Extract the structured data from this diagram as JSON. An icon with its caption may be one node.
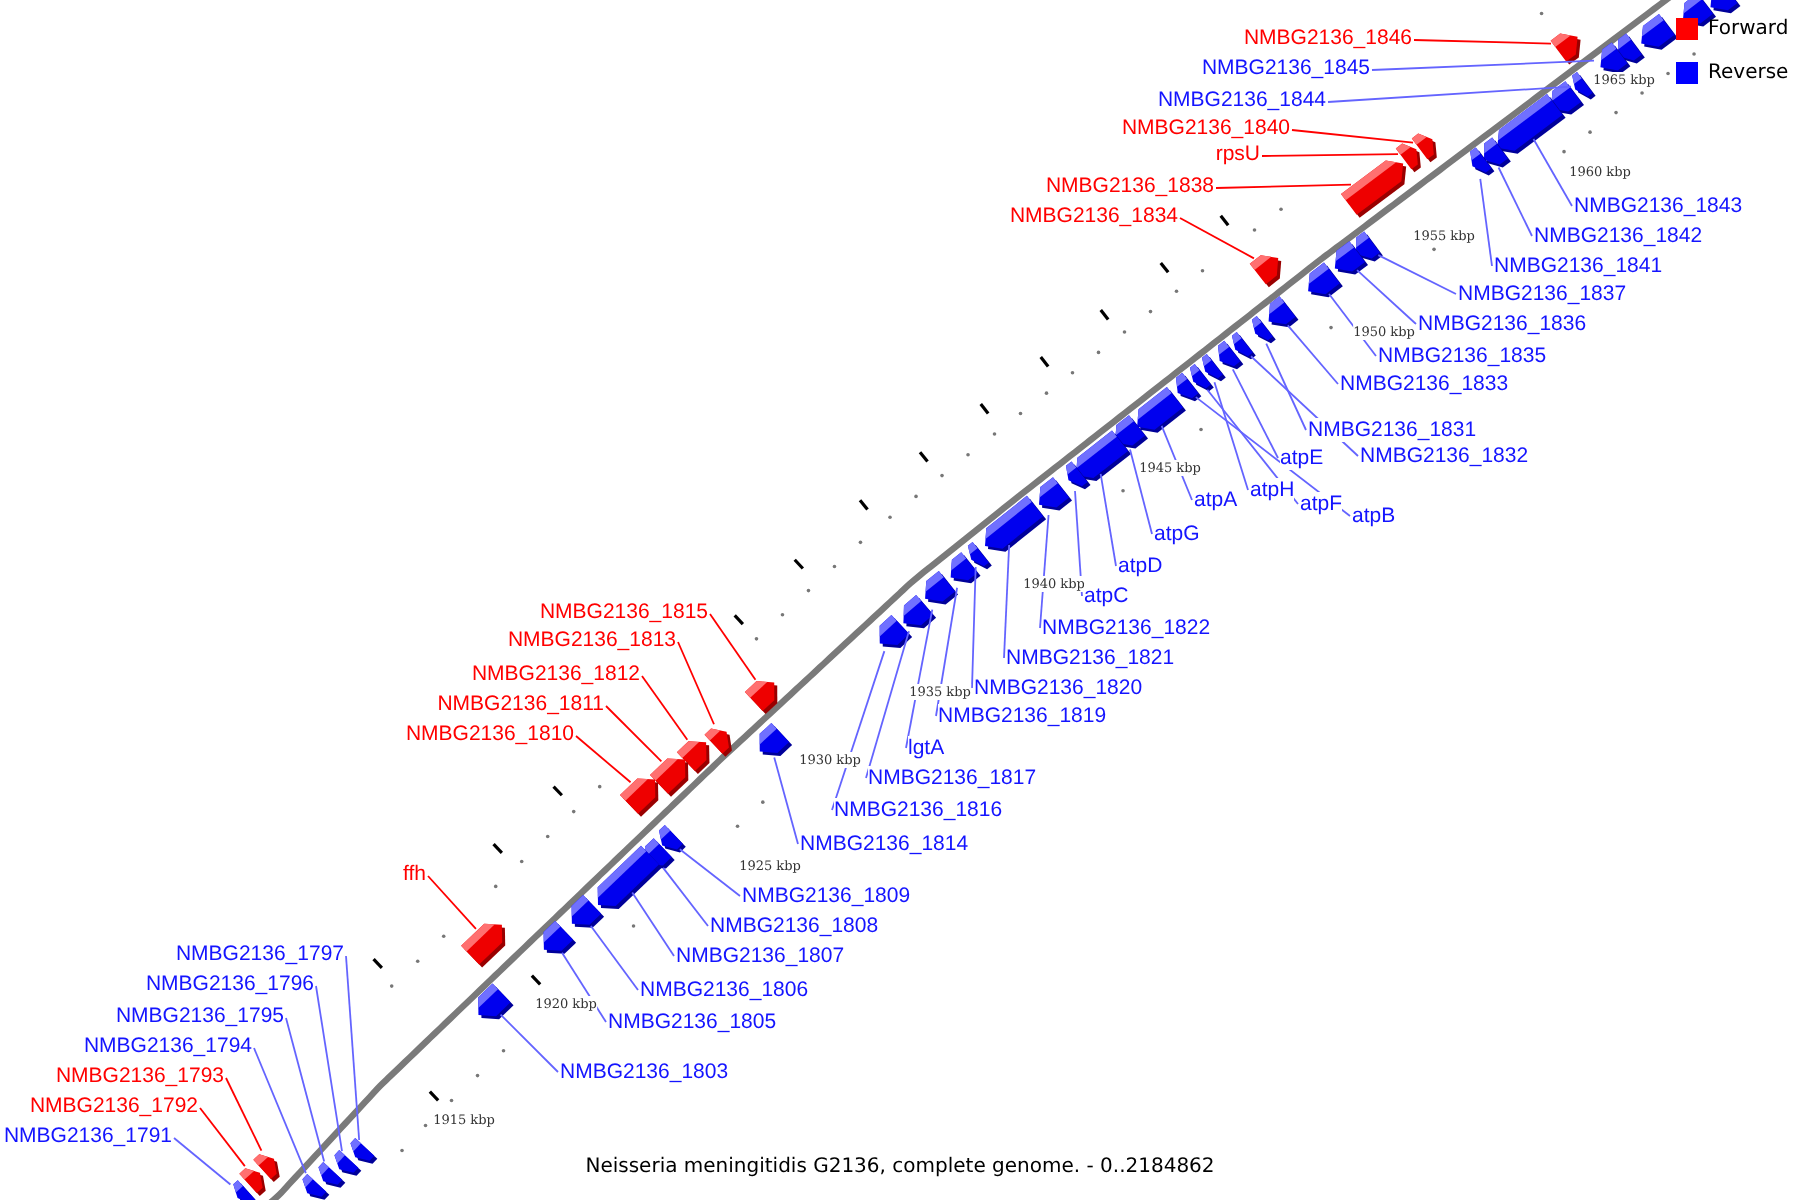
{
  "diagram": {
    "caption": "Neisseria meningitidis G2136, complete genome. - 0..2184862",
    "nodes": [
      {
        "text": [
          "NMBG2136_1846"
        ]
      },
      {
        "text": [
          "NMBG2136_1845"
        ]
      },
      {
        "text": [
          "NMBG2136_1844"
        ]
      },
      {
        "text": [
          "NMBG2136_1840"
        ]
      },
      {
        "text": [
          "rpsU"
        ]
      },
      {
        "text": [
          "NMBG2136_1838"
        ]
      },
      {
        "text": [
          "NMBG2136_1834"
        ]
      },
      {
        "text": [
          "NMBG2136_1843"
        ]
      },
      {
        "text": [
          "NMBG2136_1842"
        ]
      },
      {
        "text": [
          "NMBG2136_1841"
        ]
      },
      {
        "text": [
          "NMBG2136_1837"
        ]
      },
      {
        "text": [
          "NMBG2136_1836"
        ]
      },
      {
        "text": [
          "NMBG2136_1835"
        ]
      },
      {
        "text": [
          "NMBG2136_1833"
        ]
      },
      {
        "text": [
          "NMBG2136_1831"
        ]
      },
      {
        "text": [
          "NMBG2136_1832"
        ]
      },
      {
        "text": [
          "atpE"
        ]
      },
      {
        "text": [
          "atpH"
        ]
      },
      {
        "text": [
          "atpF"
        ]
      },
      {
        "text": [
          "atpB"
        ]
      },
      {
        "text": [
          "atpA"
        ]
      },
      {
        "text": [
          "atpG"
        ]
      },
      {
        "text": [
          "atpD"
        ]
      },
      {
        "text": [
          "atpC"
        ]
      },
      {
        "text": [
          "NMBG2136_1822"
        ]
      },
      {
        "text": [
          "NMBG2136_1821"
        ]
      },
      {
        "text": [
          "NMBG2136_1820"
        ]
      },
      {
        "text": [
          "NMBG2136_1819"
        ]
      },
      {
        "text": [
          "lgtA"
        ]
      },
      {
        "text": [
          "NMBG2136_1817"
        ]
      },
      {
        "text": [
          "NMBG2136_1816"
        ]
      },
      {
        "text": [
          "NMBG2136_1814"
        ]
      },
      {
        "text": [
          "NMBG2136_1815"
        ]
      },
      {
        "text": [
          "NMBG2136_1813"
        ]
      },
      {
        "text": [
          "NMBG2136_1812"
        ]
      },
      {
        "text": [
          "NMBG2136_1811"
        ]
      },
      {
        "text": [
          "NMBG2136_1810"
        ]
      },
      {
        "text": [
          "ffh"
        ]
      },
      {
        "text": [
          "NMBG2136_1809"
        ]
      },
      {
        "text": [
          "NMBG2136_1808"
        ]
      },
      {
        "text": [
          "NMBG2136_1807"
        ]
      },
      {
        "text": [
          "NMBG2136_1806"
        ]
      },
      {
        "text": [
          "NMBG2136_1805"
        ]
      },
      {
        "text": [
          "NMBG2136_1803"
        ]
      },
      {
        "text": [
          "NMBG2136_1797"
        ]
      },
      {
        "text": [
          "NMBG2136_1796"
        ]
      },
      {
        "text": [
          "NMBG2136_1795"
        ]
      },
      {
        "text": [
          "NMBG2136_1794"
        ]
      },
      {
        "text": [
          "NMBG2136_1793"
        ]
      },
      {
        "text": [
          "NMBG2136_1792"
        ]
      },
      {
        "text": [
          "NMBG2136_1791"
        ]
      },
      {
        "text": [],
        "shape": "pentagon"
      },
      {
        "text": [],
        "shape": "pentagon"
      },
      {
        "text": [],
        "shape": "pentagon"
      },
      {
        "text": [],
        "shape": "pentagon"
      },
      {
        "text": [],
        "shape": "pentagon"
      },
      {
        "text": [],
        "shape": "pentagon"
      },
      {
        "text": [],
        "shape": "pentagon"
      },
      {
        "text": [],
        "shape": "pentagon"
      },
      {
        "text": [],
        "shape": "pentagon"
      },
      {
        "text": [],
        "shape": "pentagon"
      },
      {
        "text": [],
        "shape": "pentagon"
      },
      {
        "text": [],
        "shape": "pentagon"
      },
      {
        "text": [],
        "shape": "pentagon"
      },
      {
        "text": [],
        "shape": "pentagon"
      },
      {
        "text": [],
        "shape": "pentagon"
      },
      {
        "text": [],
        "shape": "pentagon"
      },
      {
        "text": [],
        "shape": "pentagon"
      },
      {
        "text": [],
        "shape": "pentagon"
      },
      {
        "text": [],
        "shape": "pentagon"
      },
      {
        "text": [],
        "shape": "pentagon"
      },
      {
        "text": [],
        "shape": "pentagon"
      },
      {
        "text": [],
        "shape": "pentagon"
      },
      {
        "text": [],
        "shape": "pentagon"
      },
      {
        "text": [],
        "shape": "pentagon"
      },
      {
        "text": [],
        "shape": "pentagon"
      },
      {
        "text": [],
        "shape": "pentagon"
      },
      {
        "text": [],
        "shape": "pentagon"
      },
      {
        "text": [],
        "shape": "pentagon"
      },
      {
        "text": [],
        "shape": "pentagon"
      },
      {
        "text": [],
        "shape": "pentagon"
      },
      {
        "text": [],
        "shape": "pentagon"
      },
      {
        "text": [],
        "shape": "pentagon"
      },
      {
        "text": [],
        "shape": "pentagon"
      },
      {
        "text": [],
        "shape": "pentagon"
      },
      {
        "text": [],
        "shape": "pentagon"
      },
      {
        "text": [],
        "shape": "pentagon"
      },
      {
        "text": [],
        "shape": "pentagon"
      },
      {
        "text": [],
        "shape": "pentagon"
      },
      {
        "text": [],
        "shape": "pentagon"
      },
      {
        "text": [],
        "shape": "pentagon"
      },
      {
        "text": [],
        "shape": "pentagon"
      },
      {
        "text": [],
        "shape": "pentagon"
      },
      {
        "text": [],
        "shape": "pentagon"
      },
      {
        "text": [],
        "shape": "pentagon"
      },
      {
        "text": [],
        "shape": "pentagon"
      },
      {
        "text": [],
        "shape": "pentagon"
      },
      {
        "text": [],
        "shape": "pentagon"
      },
      {
        "text": [],
        "shape": "pentagon"
      },
      {
        "text": [],
        "shape": "pentagon"
      },
      {
        "text": [],
        "shape": "pentagon"
      },
      {
        "text": [],
        "shape": "pentagon"
      }
    ],
    "edges": [
      {
        "from": 0,
        "to": 51,
        "arrow": "none",
        "color": "#ff0000"
      },
      {
        "from": 1,
        "to": 52,
        "arrow": "none"
      },
      {
        "from": 2,
        "to": 53,
        "arrow": "none"
      },
      {
        "from": 3,
        "to": 54,
        "arrow": "none",
        "color": "#ff0000"
      },
      {
        "from": 4,
        "to": 55,
        "arrow": "none",
        "color": "#ff0000"
      },
      {
        "from": 5,
        "to": 56,
        "arrow": "none",
        "color": "#ff0000"
      },
      {
        "from": 6,
        "to": 57,
        "arrow": "none",
        "color": "#ff0000"
      },
      {
        "from": 7,
        "to": 58,
        "arrow": "none"
      },
      {
        "from": 8,
        "to": 59,
        "arrow": "none"
      },
      {
        "from": 9,
        "to": 60,
        "arrow": "none"
      },
      {
        "from": 10,
        "to": 61,
        "arrow": "none"
      },
      {
        "from": 11,
        "to": 62,
        "arrow": "none"
      },
      {
        "from": 12,
        "to": 63,
        "arrow": "none"
      },
      {
        "from": 13,
        "to": 64,
        "arrow": "none"
      },
      {
        "from": 14,
        "to": 65,
        "arrow": "none"
      },
      {
        "from": 15,
        "to": 66,
        "arrow": "none"
      },
      {
        "from": 16,
        "to": 67,
        "arrow": "none"
      },
      {
        "from": 17,
        "to": 68,
        "arrow": "none"
      },
      {
        "from": 18,
        "to": 69,
        "arrow": "none"
      },
      {
        "from": 19,
        "to": 70,
        "arrow": "none"
      },
      {
        "from": 20,
        "to": 71,
        "arrow": "none"
      },
      {
        "from": 21,
        "to": 72,
        "arrow": "none"
      },
      {
        "from": 22,
        "to": 73,
        "arrow": "none"
      },
      {
        "from": 23,
        "to": 74,
        "arrow": "none"
      },
      {
        "from": 24,
        "to": 75,
        "arrow": "none"
      },
      {
        "from": 25,
        "to": 76,
        "arrow": "none"
      },
      {
        "from": 26,
        "to": 77,
        "arrow": "none"
      },
      {
        "from": 27,
        "to": 78,
        "arrow": "none"
      },
      {
        "from": 28,
        "to": 79,
        "arrow": "none"
      },
      {
        "from": 29,
        "to": 80,
        "arrow": "none"
      },
      {
        "from": 30,
        "to": 81,
        "arrow": "none"
      },
      {
        "from": 31,
        "to": 82,
        "arrow": "none"
      },
      {
        "from": 32,
        "to": 83,
        "arrow": "none",
        "color": "#ff0000"
      },
      {
        "from": 33,
        "to": 84,
        "arrow": "none",
        "color": "#ff0000"
      },
      {
        "from": 34,
        "to": 85,
        "arrow": "none",
        "color": "#ff0000"
      },
      {
        "from": 35,
        "to": 86,
        "arrow": "none",
        "color": "#ff0000"
      },
      {
        "from": 36,
        "to": 87,
        "arrow": "none",
        "color": "#ff0000"
      },
      {
        "from": 37,
        "to": 88,
        "arrow": "none",
        "color": "#ff0000"
      },
      {
        "from": 38,
        "to": 89,
        "arrow": "none"
      },
      {
        "from": 39,
        "to": 90,
        "arrow": "none"
      },
      {
        "from": 40,
        "to": 91,
        "arrow": "none"
      },
      {
        "from": 41,
        "to": 92,
        "arrow": "none"
      },
      {
        "from": 42,
        "to": 93,
        "arrow": "none"
      },
      {
        "from": 43,
        "to": 94,
        "arrow": "none"
      },
      {
        "from": 44,
        "to": 95,
        "arrow": "none"
      },
      {
        "from": 45,
        "to": 96,
        "arrow": "none"
      },
      {
        "from": 46,
        "to": 97,
        "arrow": "none"
      },
      {
        "from": 47,
        "to": 98,
        "arrow": "none"
      },
      {
        "from": 48,
        "to": 99,
        "arrow": "none",
        "color": "#ff0000"
      },
      {
        "from": 49,
        "to": 100,
        "arrow": "none",
        "color": "#ff0000"
      },
      {
        "from": 50,
        "to": 101,
        "arrow": "none"
      }
    ],
    "labels": [
      "1915 kbp",
      "1920 kbp",
      "1925 kbp",
      "1930 kbp",
      "1935 kbp",
      "1940 kbp",
      "1945 kbp",
      "1950 kbp",
      "1955 kbp",
      "1960 kbp",
      "1965 kbp"
    ],
    "legend": [
      {
        "text": "Forward",
        "color": "#ff0000"
      },
      {
        "text": "Reverse",
        "color": "#0000ff"
      }
    ]
  }
}
